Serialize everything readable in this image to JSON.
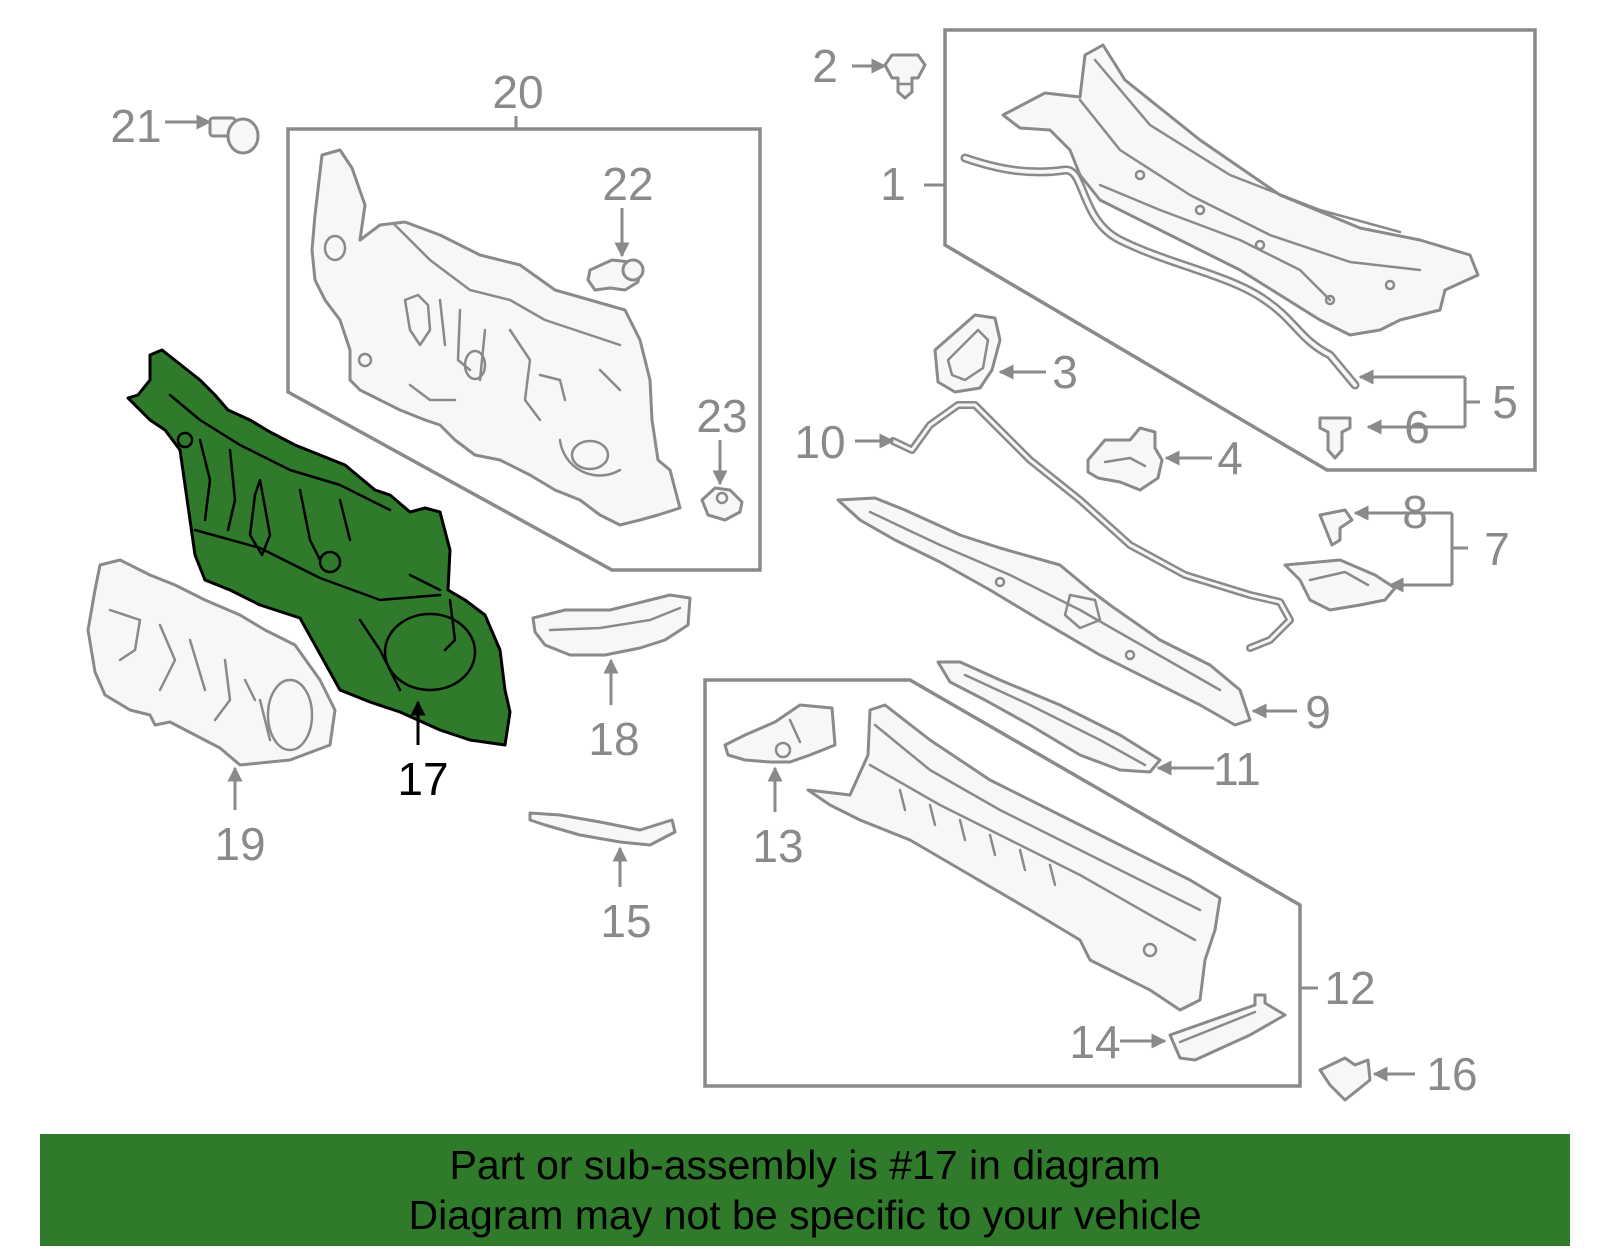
{
  "diagram": {
    "callouts": {
      "c1": "1",
      "c2": "2",
      "c3": "3",
      "c4": "4",
      "c5": "5",
      "c6": "6",
      "c7": "7",
      "c8": "8",
      "c9": "9",
      "c10": "10",
      "c11": "11",
      "c12": "12",
      "c13": "13",
      "c14": "14",
      "c15": "15",
      "c16": "16",
      "c17": "17",
      "c18": "18",
      "c19": "19",
      "c20": "20",
      "c21": "21",
      "c22": "22",
      "c23": "23"
    },
    "highlighted_part": "17",
    "colors": {
      "highlight": "#2f7a2b",
      "line": "#8a8a8a",
      "banner": "#2f7a2b"
    }
  },
  "banner": {
    "line1": "Part or sub-assembly is #17 in diagram",
    "line2": "Diagram may not be specific to your vehicle"
  }
}
